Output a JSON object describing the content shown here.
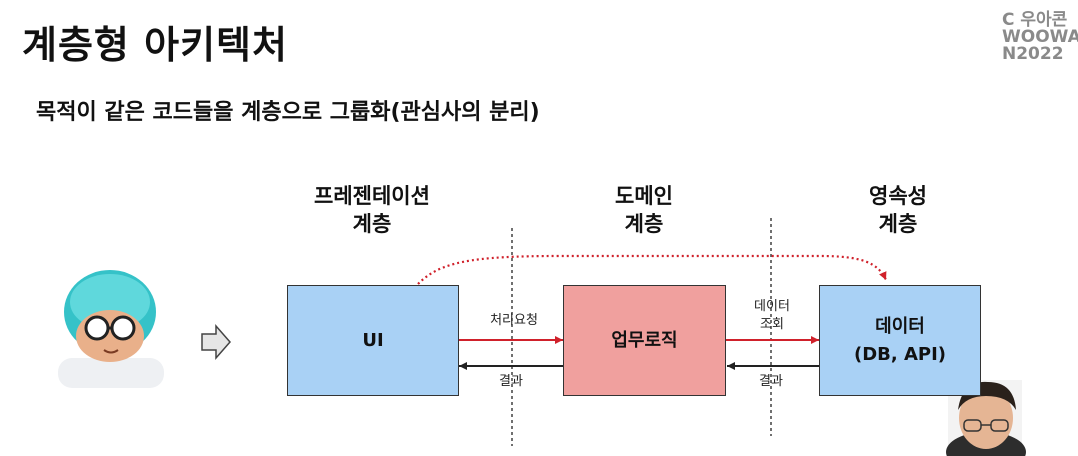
{
  "header": {
    "title": "계층형 아키텍처",
    "subtitle": "목적이 같은 코드들을 계층으로 그룹화(관심사의 분리)"
  },
  "logo": {
    "line1": "C 우아콘",
    "line2": "WOOWA",
    "line3": "N2022"
  },
  "layers": {
    "presentation": [
      "프레젠테이션",
      "계층"
    ],
    "domain": [
      "도메인",
      "계층"
    ],
    "persistence": [
      "영속성",
      "계층"
    ]
  },
  "boxes": {
    "ui": "UI",
    "business": "업무로직",
    "data_line1": "데이터",
    "data_line2": "(DB, API)"
  },
  "edges": {
    "request": "처리요청",
    "data_query_line1": "데이터",
    "data_query_line2": "조회",
    "result_left": "결과",
    "result_right": "결과"
  },
  "colors": {
    "ui_box": "#a9d1f5",
    "business_box": "#f0a09e",
    "data_box": "#a9d1f5",
    "arrow_red": "#d0212b",
    "arrow_black": "#222222"
  }
}
